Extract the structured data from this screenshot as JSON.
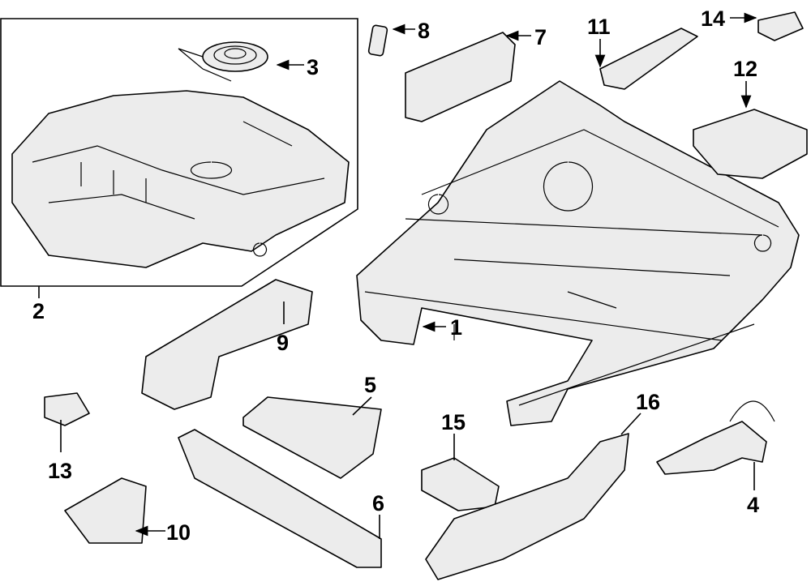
{
  "diagram": {
    "callouts": [
      {
        "id": "1",
        "label": "1"
      },
      {
        "id": "2",
        "label": "2"
      },
      {
        "id": "3",
        "label": "3"
      },
      {
        "id": "4",
        "label": "4"
      },
      {
        "id": "5",
        "label": "5"
      },
      {
        "id": "6",
        "label": "6"
      },
      {
        "id": "7",
        "label": "7"
      },
      {
        "id": "8",
        "label": "8"
      },
      {
        "id": "9",
        "label": "9"
      },
      {
        "id": "10",
        "label": "10"
      },
      {
        "id": "11",
        "label": "11"
      },
      {
        "id": "12",
        "label": "12"
      },
      {
        "id": "13",
        "label": "13"
      },
      {
        "id": "14",
        "label": "14"
      },
      {
        "id": "15",
        "label": "15"
      },
      {
        "id": "16",
        "label": "16"
      }
    ],
    "line_color": "#000000",
    "part_fill": "#ececec"
  }
}
